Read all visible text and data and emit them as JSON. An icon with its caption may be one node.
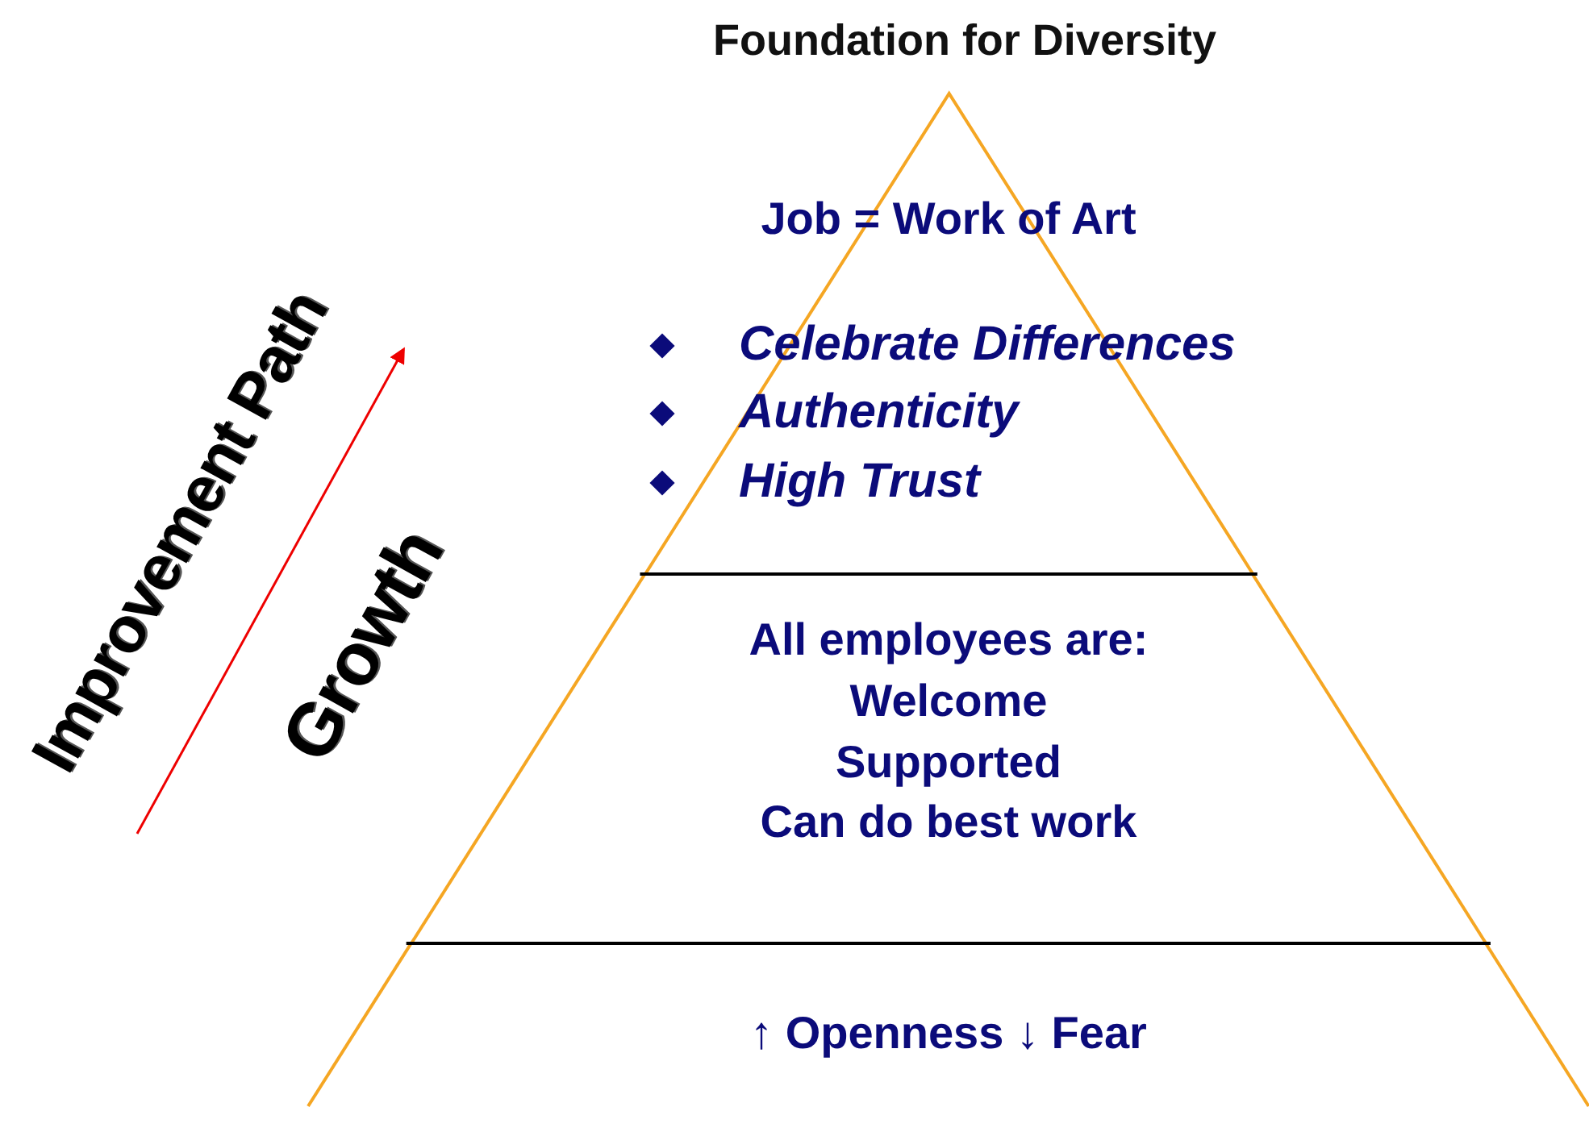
{
  "diagram": {
    "title": "Foundation for Diversity",
    "nodes": [
      {
        "text": [
          "Job = Work of Art",
          "Celebrate Differences",
          "Authenticity",
          "High Trust"
        ]
      },
      {
        "text": [
          "All employees are:",
          "Welcome",
          "Supported",
          "Can do best work"
        ]
      },
      {
        "text": [
          "↑ Openness ↓ Fear"
        ]
      }
    ],
    "labels": [
      "Improvement Path",
      "Growth"
    ]
  }
}
